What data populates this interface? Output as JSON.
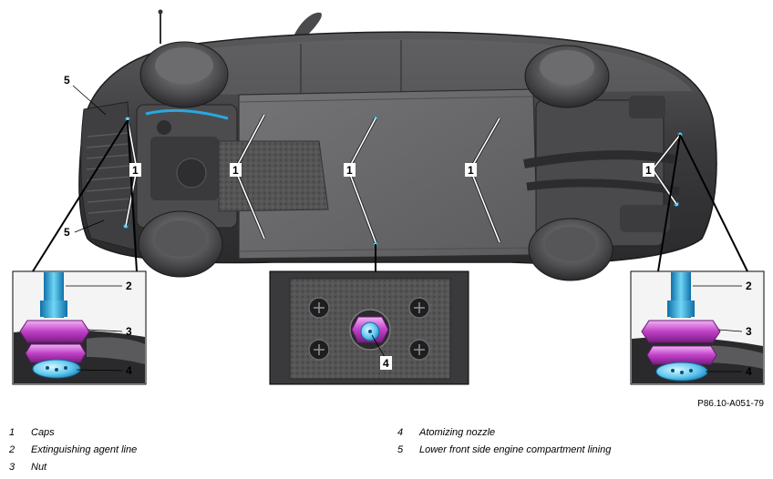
{
  "figure": {
    "reference_code": "P86.10-A051-79",
    "callouts": {
      "caps": "1",
      "line": "2",
      "nut": "3",
      "nozzle": "4",
      "lining": "5"
    },
    "colors": {
      "body": "#3c3c3e",
      "underbody_panel": "#6a6a6c",
      "tire": "#4a4a4c",
      "line_blue": "#29a8e0",
      "nut_magenta": "#c040c8",
      "nozzle_cyan": "#6fd3f0"
    }
  },
  "legend": [
    {
      "num": "1",
      "text": "Caps"
    },
    {
      "num": "2",
      "text": "Extinguishing agent line"
    },
    {
      "num": "3",
      "text": "Nut"
    },
    {
      "num": "4",
      "text": "Atomizing nozzle"
    },
    {
      "num": "5",
      "text": "Lower front side engine compartment lining"
    }
  ]
}
